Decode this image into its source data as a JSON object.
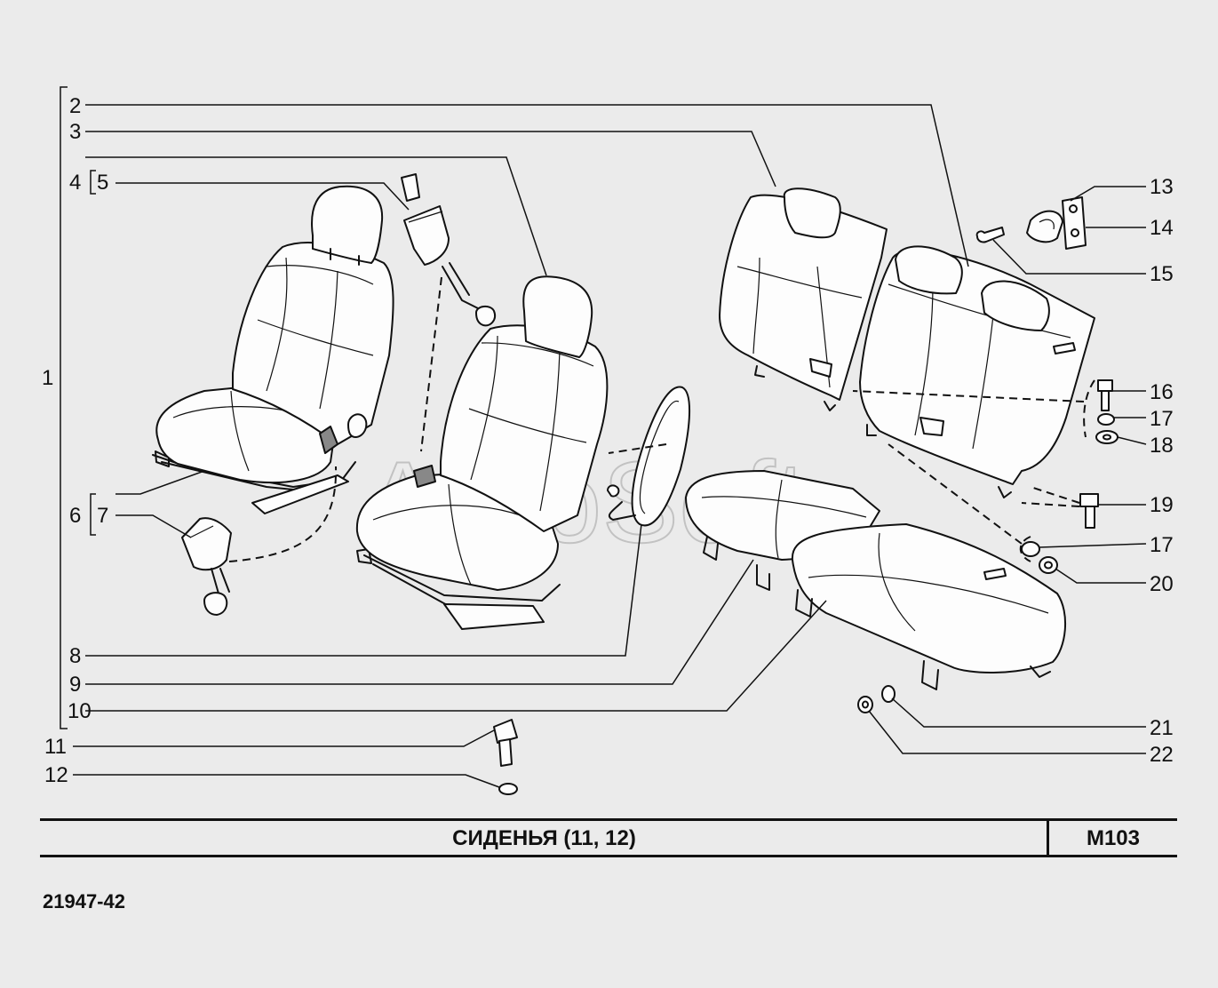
{
  "title": "СИДЕНЬЯ  (11, 12)",
  "code": "М103",
  "drawing_number": "21947-42",
  "watermark": "AutoSoft",
  "callouts": {
    "c1": "1",
    "c2": "2",
    "c3": "3",
    "c4": "4",
    "c5": "5",
    "c6": "6",
    "c7": "7",
    "c8": "8",
    "c9": "9",
    "c10": "10",
    "c11": "11",
    "c12": "12",
    "c13": "13",
    "c14": "14",
    "c15": "15",
    "c16": "16",
    "c17a": "17",
    "c18": "18",
    "c19": "19",
    "c17b": "17",
    "c20": "20",
    "c21": "21",
    "c22": "22"
  }
}
